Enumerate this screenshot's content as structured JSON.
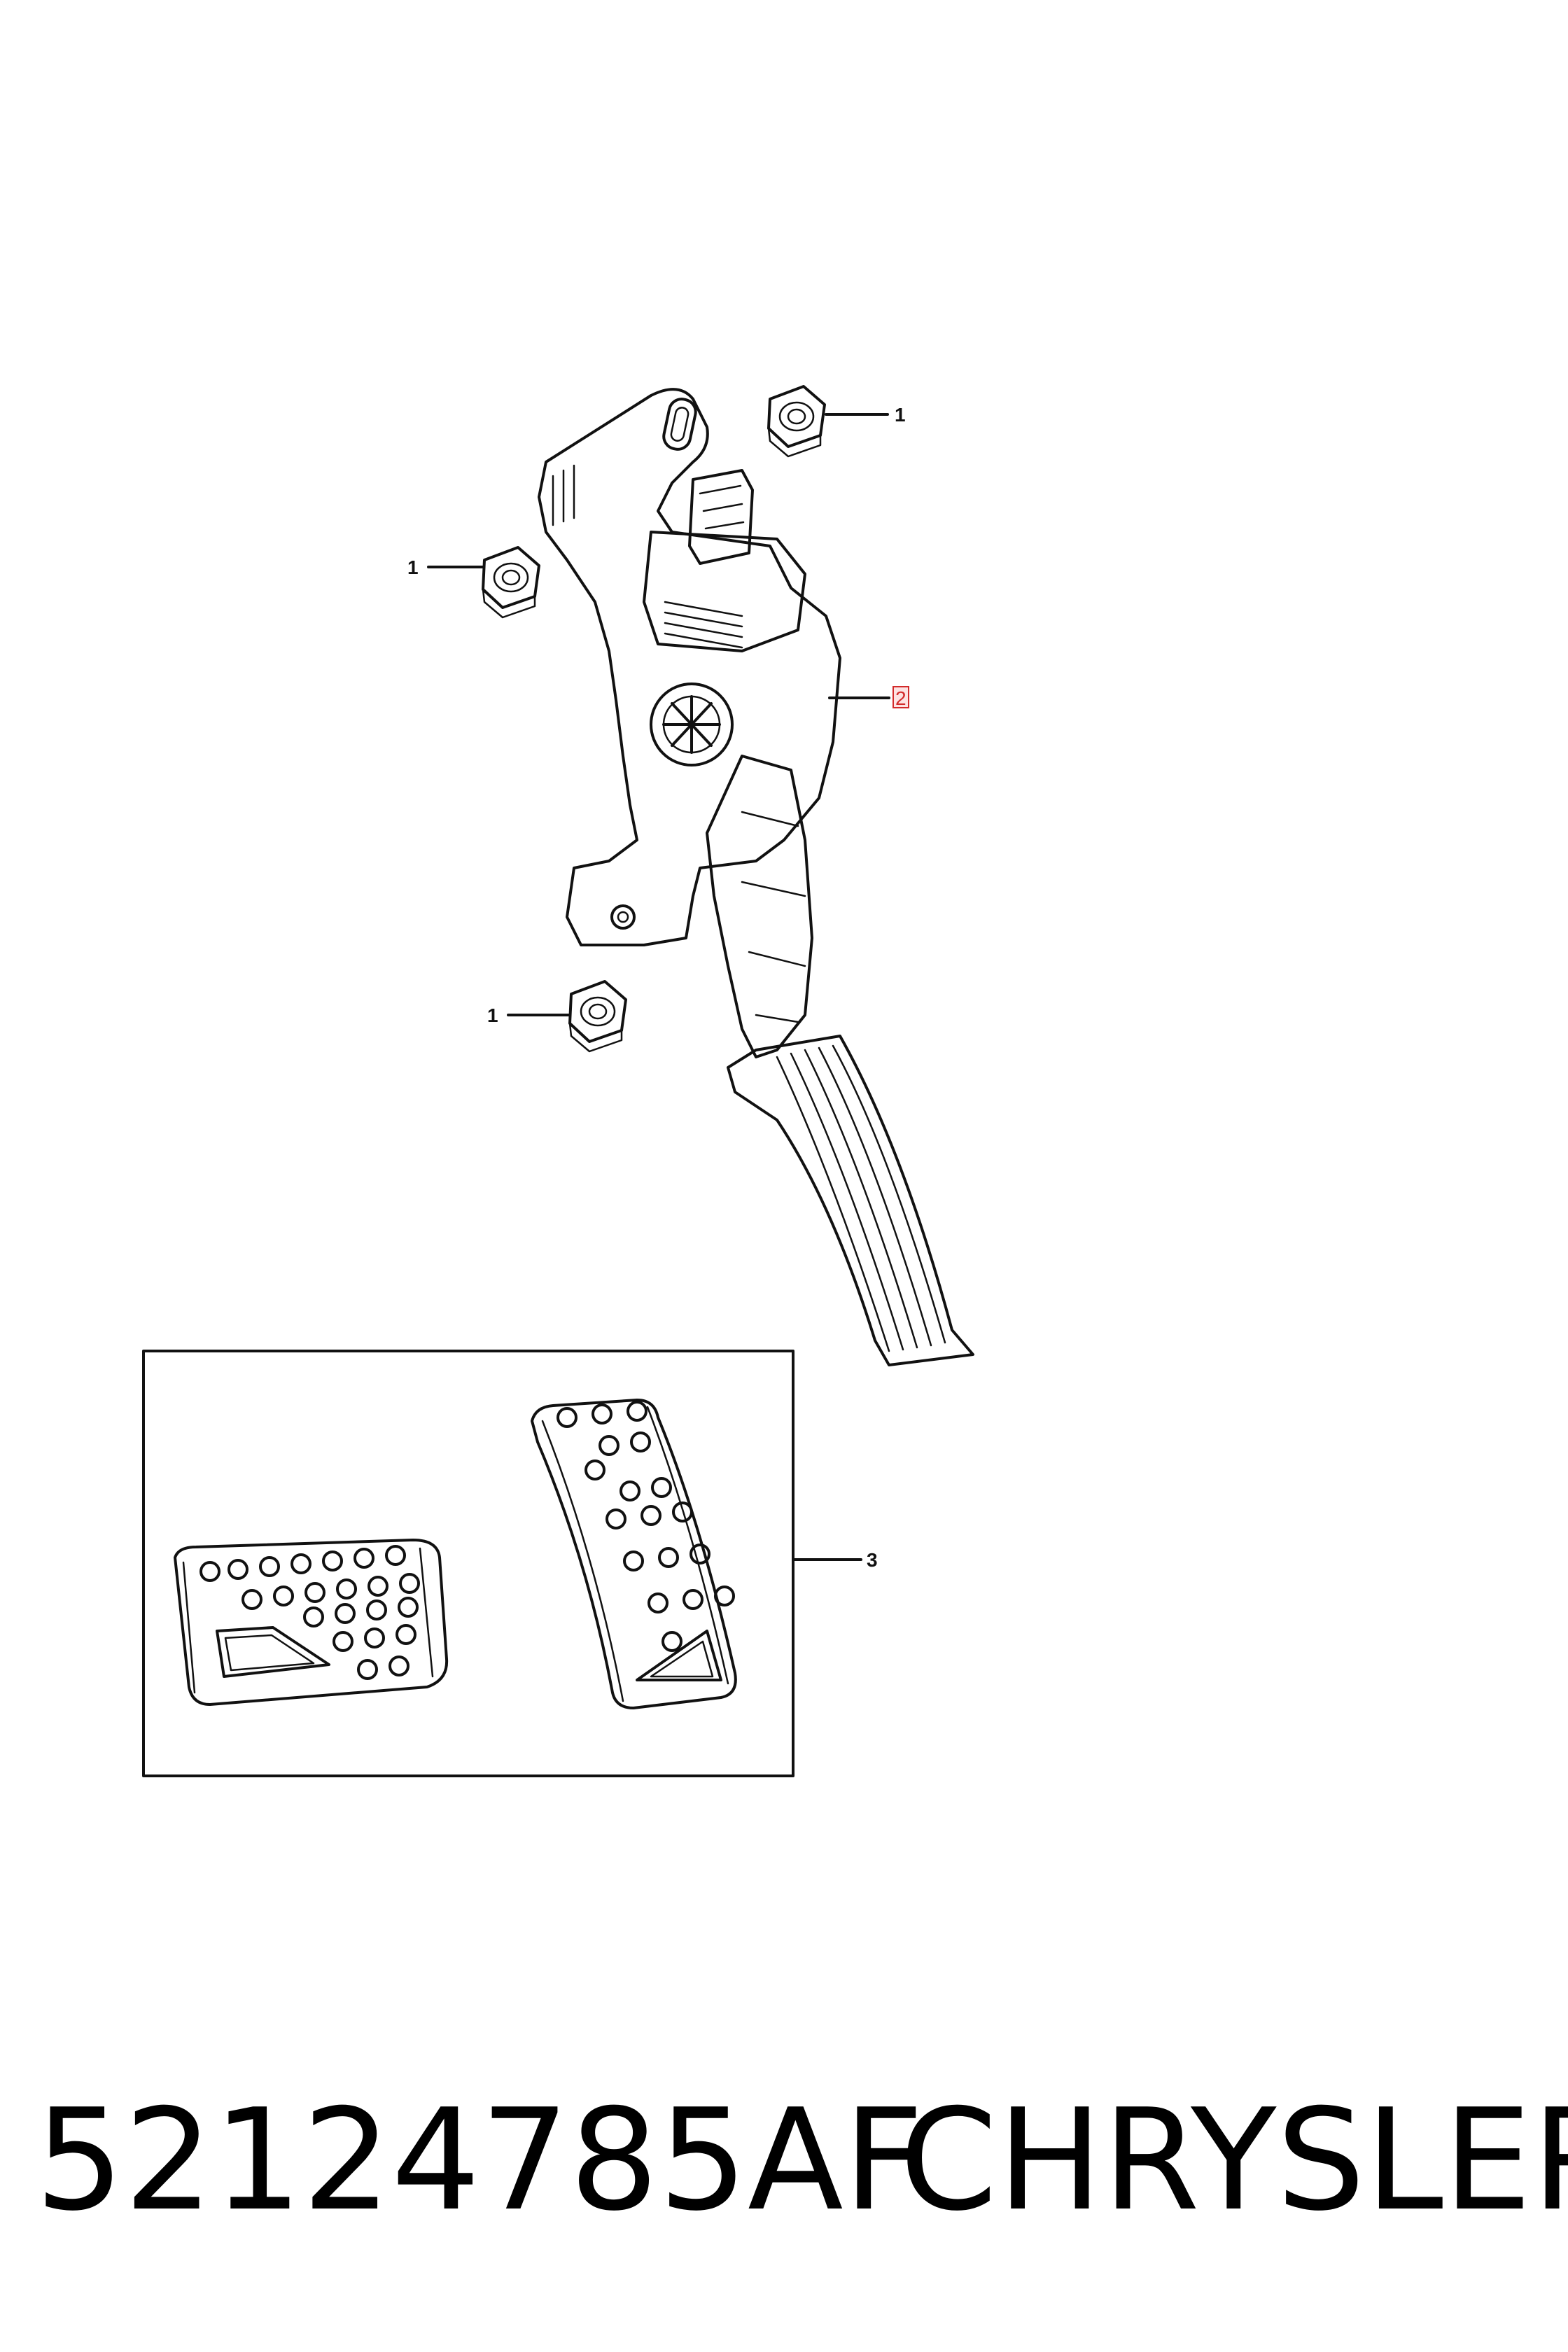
{
  "callouts": {
    "c1_top": "1",
    "c1_left": "1",
    "c1_bottom": "1",
    "c2": "2",
    "c3": "3"
  },
  "colors": {
    "line": "#111111",
    "highlight": "#d22b2b"
  },
  "footer": {
    "part_number": "52124785AF",
    "brand": "CHRYSLER"
  }
}
